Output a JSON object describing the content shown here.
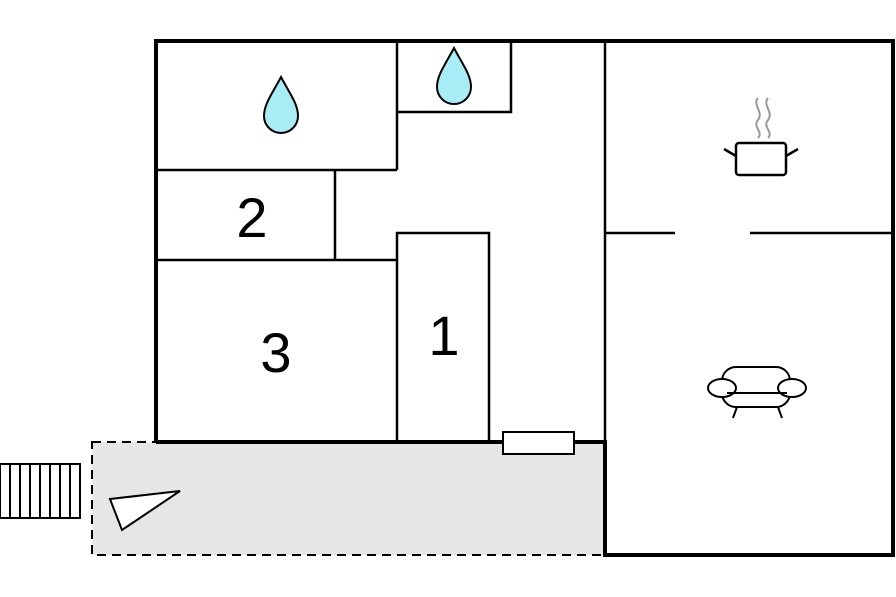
{
  "floorplan": {
    "rooms": [
      {
        "id": "bedroom-1",
        "label": "1"
      },
      {
        "id": "bedroom-2",
        "label": "2"
      },
      {
        "id": "bedroom-3",
        "label": "3"
      }
    ],
    "icons": [
      "water-drop-icon",
      "water-drop-icon",
      "cooking-pot-icon",
      "armchair-icon",
      "stairs-icon",
      "terrace-triangle-icon",
      "window-icon"
    ],
    "colors": {
      "wall": "#000000",
      "terrace_fill": "#e6e6e6",
      "water": "#a8ecf5"
    }
  }
}
